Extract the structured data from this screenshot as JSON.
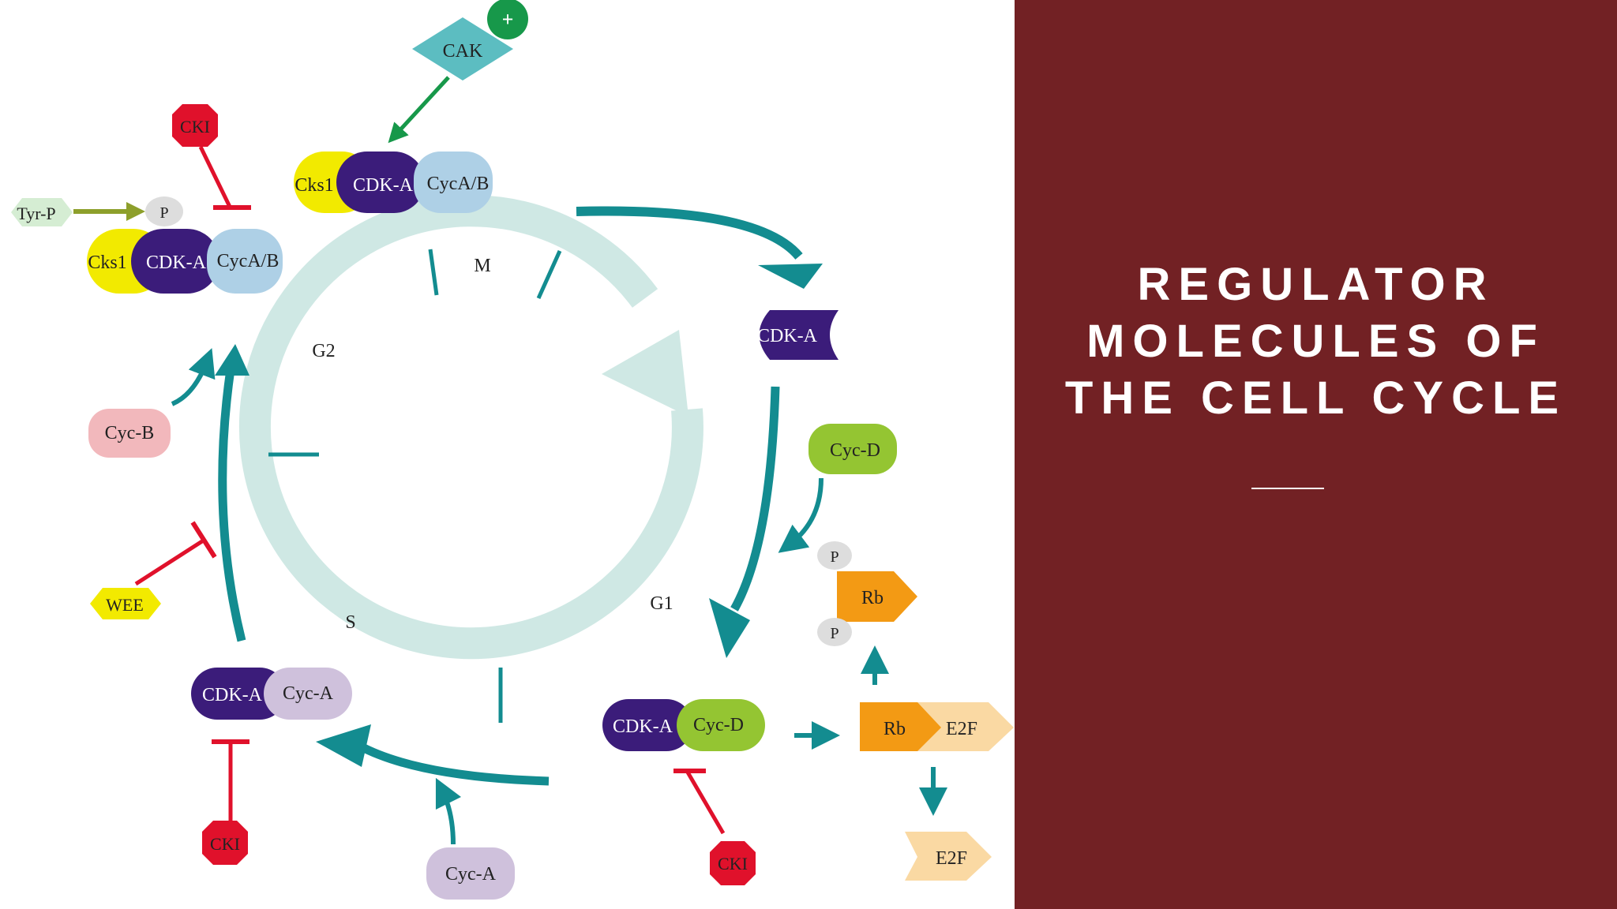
{
  "title_lines": [
    "REGULATOR",
    "MOLECULES OF",
    "THE CELL CYCLE"
  ],
  "phases": {
    "m": "M",
    "g1": "G1",
    "s": "S",
    "g2": "G2"
  },
  "labels": {
    "cak": "CAK",
    "plus": "+",
    "cks1_top": "Cks1",
    "cdka_top": "CDK-A",
    "cycab_top": "CycA/B",
    "cki_topleft": "CKI",
    "tyrp": "Tyr-P",
    "p_topleft": "P",
    "cks1_left": "Cks1",
    "cdka_left": "CDK-A",
    "cycab_left": "CycA/B",
    "cdka_right": "CDK-A",
    "cycd_free": "Cyc-D",
    "p_rb_top": "P",
    "rb_phos": "Rb",
    "p_rb_bottom": "P",
    "cdka_g1": "CDK-A",
    "cycd_g1": "Cyc-D",
    "rb_complex": "Rb",
    "e2f_complex": "E2F",
    "e2f_free": "E2F",
    "cki_g1": "CKI",
    "cyca_free": "Cyc-A",
    "cdka_s": "CDK-A",
    "cyca_s": "Cyc-A",
    "cki_s": "CKI",
    "cycb": "Cyc-B",
    "wee": "WEE"
  },
  "colors": {
    "ring": "#cfe8e4",
    "teal": "#138c90",
    "purple": "#3b1c7a",
    "yellow": "#f2ea00",
    "lightblue": "#aed0e6",
    "green": "#94c532",
    "orange": "#f39a14",
    "peach": "#fad9a3",
    "red": "#e0112b",
    "pink": "#f2b8bc",
    "lavender": "#cfc1dc",
    "pale_green": "#d5edd3",
    "olive": "#8d9f2b",
    "cak": "#5cbdc1",
    "plus_green": "#17984a",
    "grey": "#dddddd",
    "title_bg": "#722124"
  }
}
